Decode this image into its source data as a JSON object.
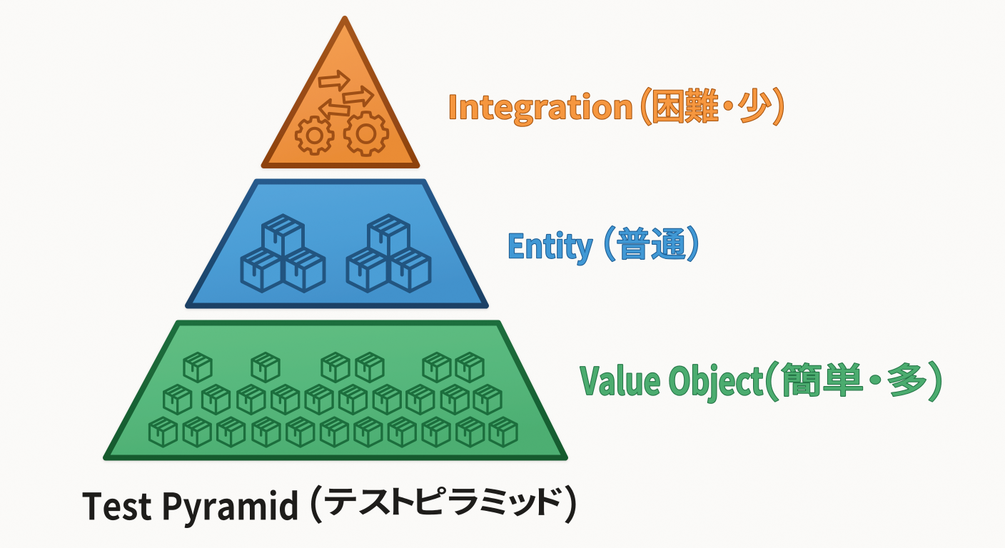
{
  "page": {
    "title": "Test Pyramid（テストピラミッド）",
    "background_color": "#fbfaf8"
  },
  "layers": [
    {
      "name": "integration",
      "label": "Integration（困難・少）",
      "label_en": "Integration",
      "label_ja": "困難・少",
      "difficulty": "困難",
      "quantity": "少",
      "shape": "triangle",
      "position": "top",
      "fill_color": "#ee9340",
      "border_color": "#9a4c12",
      "label_fill_color": "#f5943e",
      "label_outline_color": "#a04e0d",
      "icons": [
        {
          "name": "arrow-right-icon",
          "count": 2
        },
        {
          "name": "arrow-left-icon",
          "count": 1
        },
        {
          "name": "gear-icon",
          "count": 2
        }
      ]
    },
    {
      "name": "entity",
      "label": "Entity（普通）",
      "label_en": "Entity",
      "label_ja": "普通",
      "difficulty": "普通",
      "shape": "trapezoid",
      "position": "middle",
      "fill_color": "#4c9ed6",
      "border_color": "#1f4e79",
      "label_fill_color": "#3e97d4",
      "label_outline_color": "#1d5c91",
      "icons": [
        {
          "name": "box-stack-icon",
          "count": 2,
          "boxes_per_stack": 3
        }
      ]
    },
    {
      "name": "value-object",
      "label": "Value Object（簡単・多）",
      "label_en": "Value Object",
      "label_ja": "簡単・多",
      "difficulty": "簡単",
      "quantity": "多",
      "shape": "trapezoid",
      "position": "bottom",
      "fill_color": "#57b87d",
      "border_color": "#1b6b3b",
      "label_fill_color": "#4aab6e",
      "label_outline_color": "#207143",
      "icons": [
        {
          "name": "box-icon",
          "count": 27,
          "rows": [
            6,
            10,
            11
          ]
        }
      ]
    }
  ],
  "caption": {
    "text": "Test Pyramid（テストピラミッド）",
    "text_en": "Test Pyramid",
    "text_ja": "テストピラミッド",
    "color": "#1d1c1a"
  }
}
